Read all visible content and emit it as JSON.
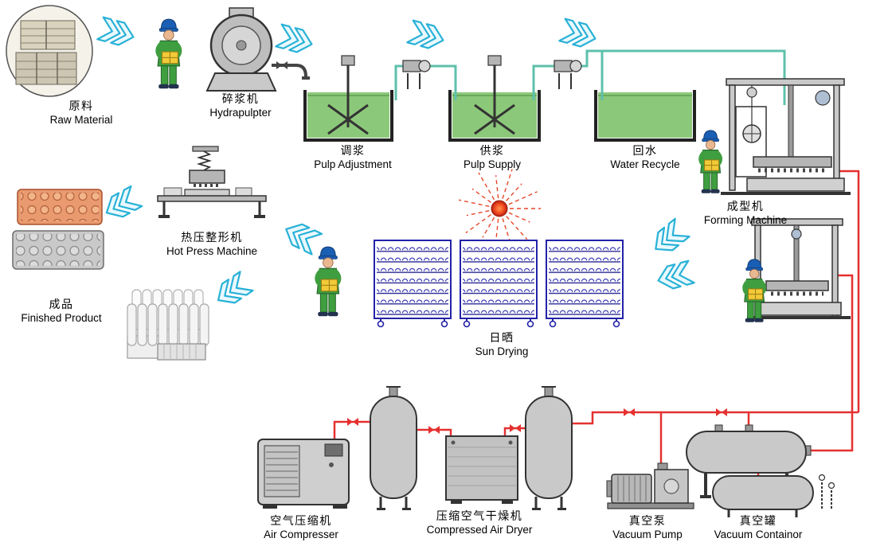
{
  "diagram": {
    "type": "process-flow",
    "stations": [
      {
        "id": "raw-material",
        "cn": "原料",
        "en": "Raw Material"
      },
      {
        "id": "hydrapulpter",
        "cn": "碎浆机",
        "en": "Hydrapulpter"
      },
      {
        "id": "pulp-adjustment",
        "cn": "调浆",
        "en": "Pulp Adjustment"
      },
      {
        "id": "pulp-supply",
        "cn": "供浆",
        "en": "Pulp Supply"
      },
      {
        "id": "water-recycle",
        "cn": "回水",
        "en": "Water Recycle"
      },
      {
        "id": "forming-machine",
        "cn": "成型机",
        "en": "Forming Machine"
      },
      {
        "id": "sun-drying",
        "cn": "日晒",
        "en": "Sun  Drying"
      },
      {
        "id": "hot-press",
        "cn": "热压整形机",
        "en": "Hot Press Machine"
      },
      {
        "id": "finished-product",
        "cn": "成品",
        "en": "Finished Product"
      },
      {
        "id": "air-compresser",
        "cn": "空气压缩机",
        "en": "Air Compresser"
      },
      {
        "id": "compressed-air-dryer",
        "cn": "压缩空气干燥机",
        "en": "Compressed Air Dryer"
      },
      {
        "id": "vacuum-pump",
        "cn": "真空泵",
        "en": "Vacuum Pump"
      },
      {
        "id": "vacuum-container",
        "cn": "真空罐",
        "en": "Vacuum Containor"
      }
    ],
    "colors": {
      "arrow": "#29b1d7",
      "tank_liquid": "#8cc87a",
      "pipe_hot": "#e53030",
      "pipe_water": "#5ec0ab",
      "sun": "#f4511e",
      "rack_outline": "#2222a8",
      "worker_suit": "#3f9e3f",
      "worker_helmet": "#1a5fb4",
      "machine_gray": "#c9c9c9"
    }
  }
}
